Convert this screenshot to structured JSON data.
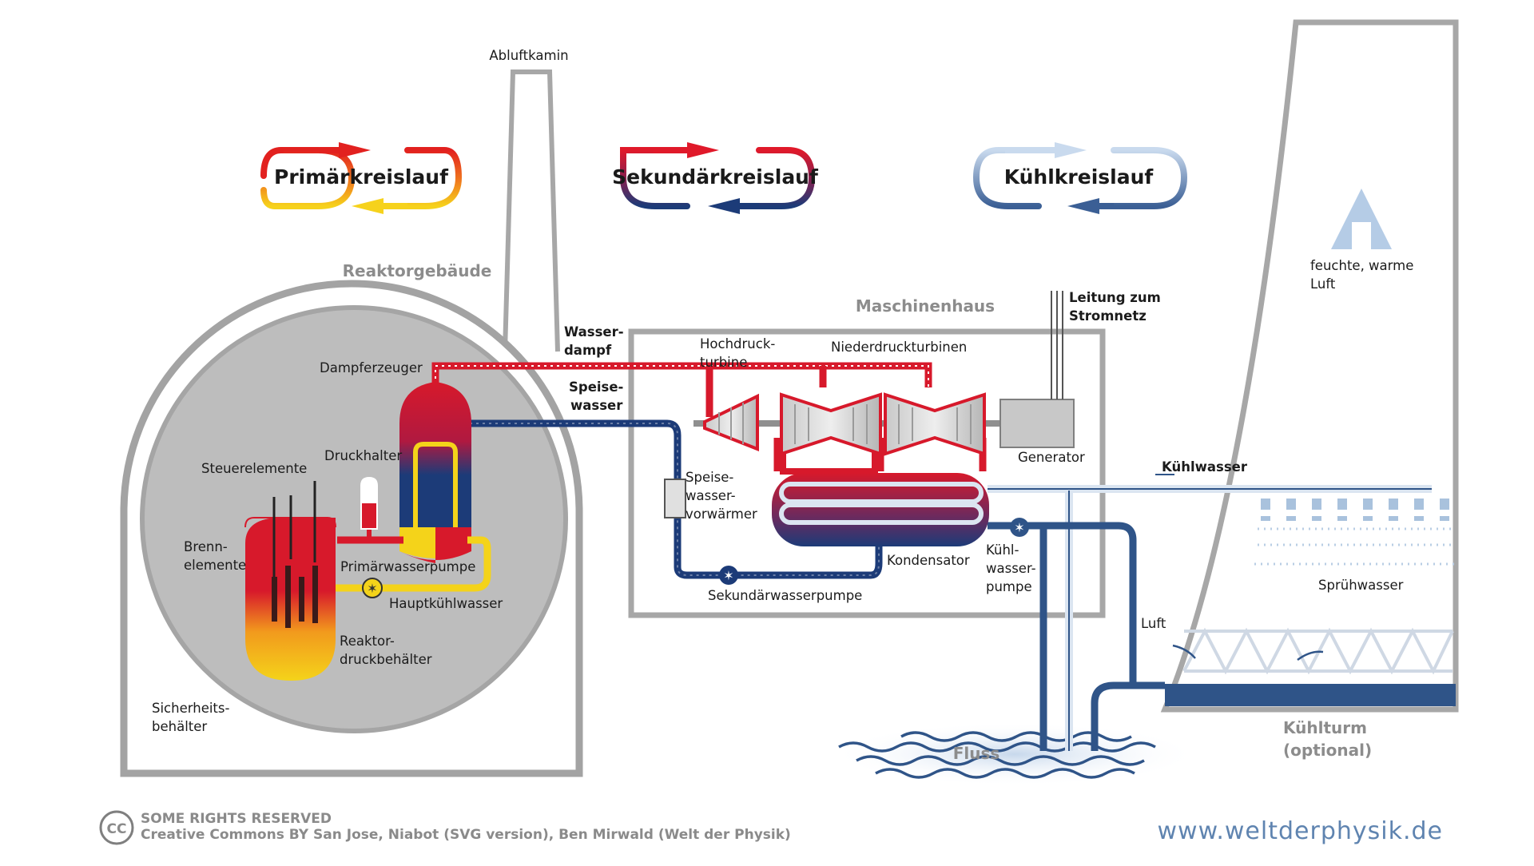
{
  "cycles": {
    "primary": "Primärkreislauf",
    "secondary": "Sekundärkreislauf",
    "cooling": "Kühlkreislauf"
  },
  "labels": {
    "chimney": "Abluftkamin",
    "reactor_building": "Reaktorgebäude",
    "machine_house": "Maschinenhaus",
    "steam": [
      "Wasser-",
      "dampf"
    ],
    "feedwater": [
      "Speise-",
      "wasser"
    ],
    "steam_generator": "Dampferzeuger",
    "pressurizer": "Druckhalter",
    "control_rods": "Steuerelemente",
    "fuel_elements": [
      "Brenn-",
      "elemente"
    ],
    "primary_pump": "Primärwasserpumpe",
    "main_coolant": "Hauptkühlwasser",
    "reactor_vessel": [
      "Reaktor-",
      "druckbehälter"
    ],
    "containment": [
      "Sicherheits-",
      "behälter"
    ],
    "hp_turbine": [
      "Hochdruck-",
      "turbine"
    ],
    "lp_turbines": "Niederdruckturbinen",
    "grid_line": [
      "Leitung zum",
      "Stromnetz"
    ],
    "generator": "Generator",
    "preheater": [
      "Speise-",
      "wasser-",
      "vorwärmer"
    ],
    "condenser": "Kondensator",
    "secondary_pump": "Sekundärwasserpumpe",
    "cooling_pump": [
      "Kühl-",
      "wasser-",
      "pumpe"
    ],
    "cooling_water": "Kühlwasser",
    "air": "Luft",
    "humid_air": [
      "feuchte, warme",
      "Luft"
    ],
    "spray_water": "Sprühwasser",
    "cooling_tower": [
      "Kühlturm",
      "(optional)"
    ],
    "river": "Fluss"
  },
  "footer": {
    "cc_icon": "CC",
    "rights": "SOME RIGHTS RESERVED",
    "credit": "Creative Commons BY San Jose, Niabot (SVG version), Ben Mirwald (Welt der Physik)",
    "url": "www.weltderphysik.de"
  },
  "colors": {
    "primary_red": "#d7192b",
    "primary_yellow": "#f4d31a",
    "secondary_blue": "#1c3b78",
    "cooling_blue": "#9db9d9",
    "building_grey": "#a9a9a9",
    "url_blue": "#5f84b0"
  }
}
